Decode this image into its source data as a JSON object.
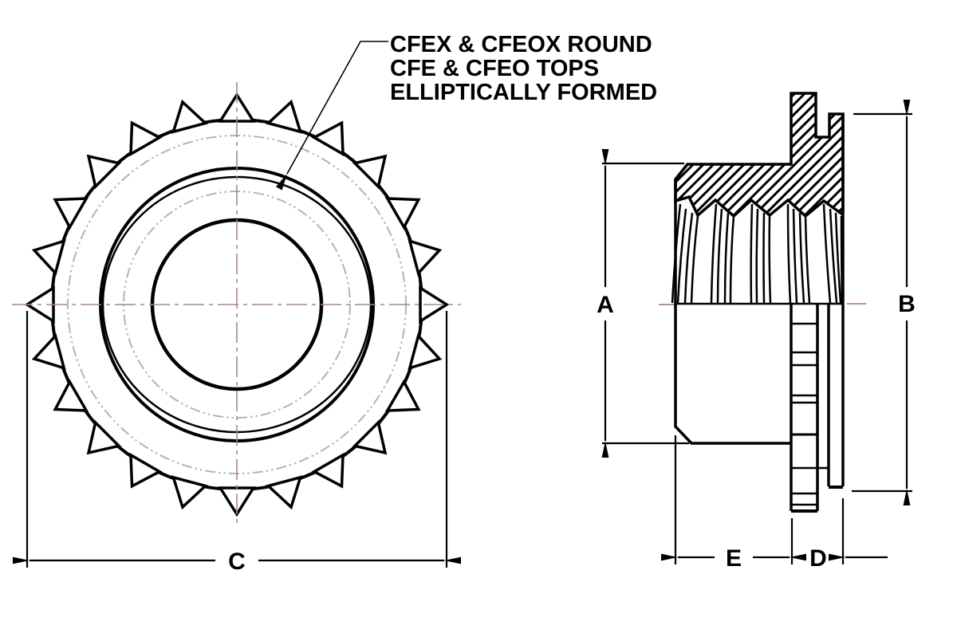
{
  "title": "Self-clinching fastener engineering drawing",
  "annotation": {
    "line1": "CFEX & CFEOX ROUND",
    "line2": "CFE & CFEO TOPS",
    "line3": "ELLIPTICALLY FORMED"
  },
  "dims": {
    "a": "A",
    "b": "B",
    "c": "C",
    "d": "D",
    "e": "E"
  },
  "colors": {
    "line": "#000000",
    "centerline": "#aa8494",
    "phantom": "#b3b3b3",
    "background": "#ffffff"
  }
}
